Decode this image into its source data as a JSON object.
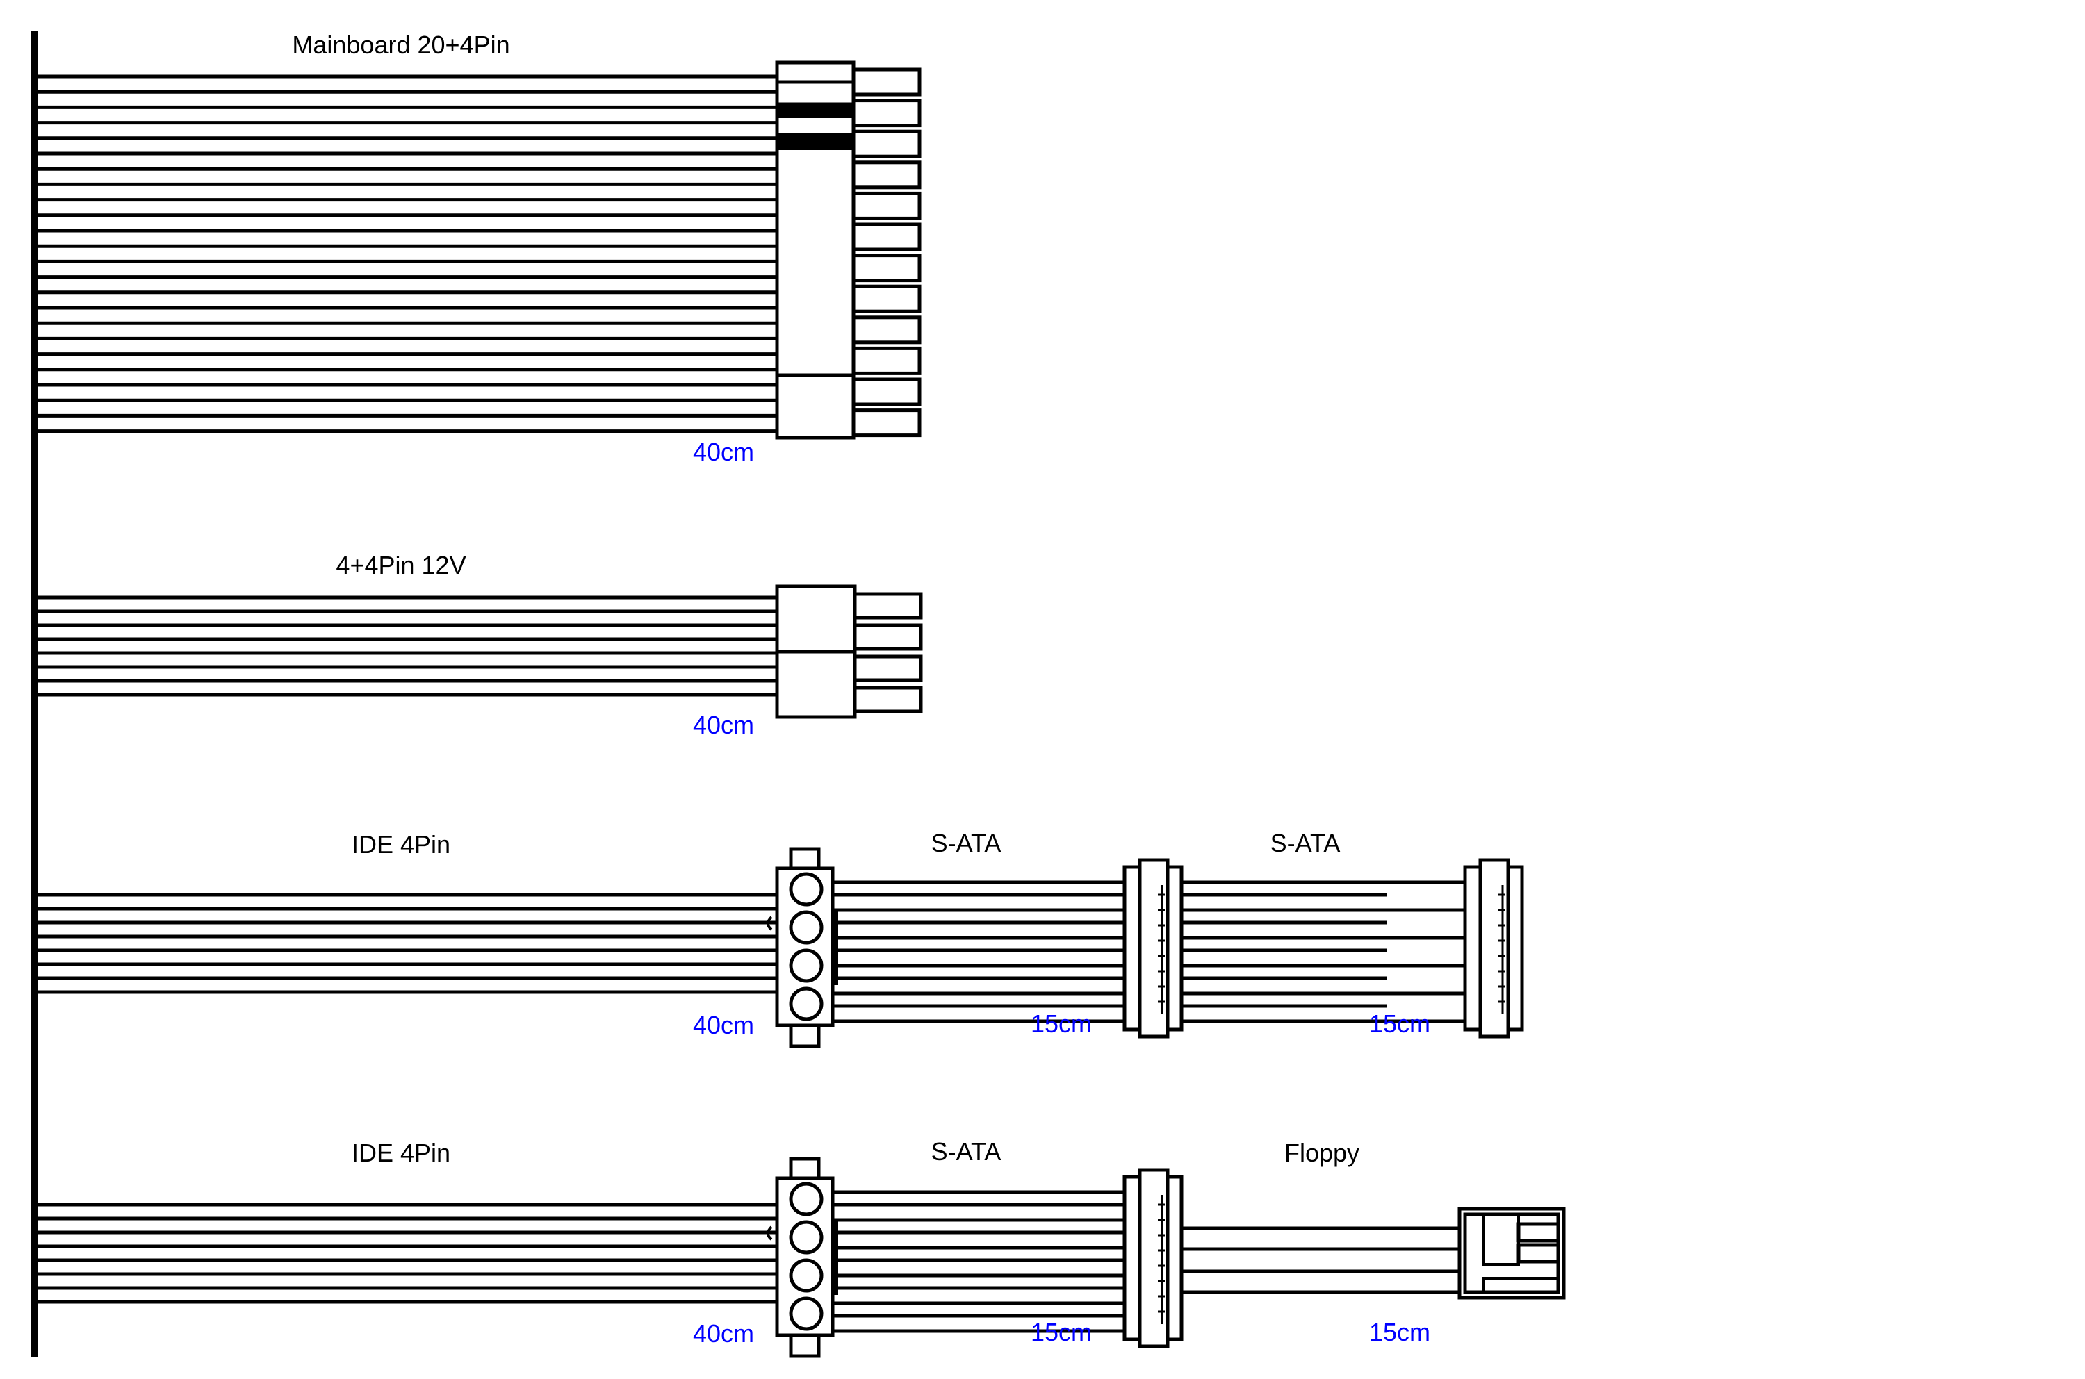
{
  "colors": {
    "line": "#000000",
    "fill": "#ffffff",
    "length_text": "#0000ff"
  },
  "cables": [
    {
      "id": "mainboard",
      "label": "Mainboard 20+4Pin",
      "length": "40cm"
    },
    {
      "id": "eps12v",
      "label": "4+4Pin 12V",
      "length": "40cm"
    },
    {
      "id": "ide-sata-sata",
      "label": "IDE 4Pin",
      "length": "40cm",
      "connectors": [
        {
          "label": "S-ATA",
          "length": "15cm"
        },
        {
          "label": "S-ATA",
          "length": "15cm"
        }
      ]
    },
    {
      "id": "ide-sata-floppy",
      "label": "IDE 4Pin",
      "length": "40cm",
      "connectors": [
        {
          "label": "S-ATA",
          "length": "15cm"
        },
        {
          "label": "Floppy",
          "length": "15cm"
        }
      ]
    }
  ]
}
